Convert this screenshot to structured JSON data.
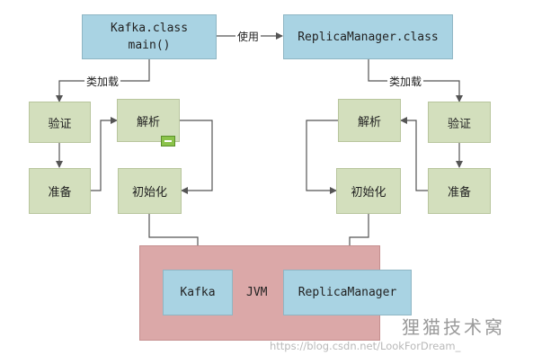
{
  "nodes": {
    "kafka_class": [
      "Kafka.class",
      "main()"
    ],
    "replica_class": "ReplicaManager.class",
    "left_verify": "验证",
    "left_prepare": "准备",
    "left_parse": "解析",
    "left_init": "初始化",
    "right_parse": "解析",
    "right_verify": "验证",
    "right_init": "初始化",
    "right_prepare": "准备",
    "jvm_kafka": "Kafka",
    "jvm_label": "JVM",
    "jvm_replica": "ReplicaManager"
  },
  "edges": {
    "use_label": "使用",
    "load_left_label": "类加载",
    "load_right_label": "类加载"
  },
  "watermark": {
    "brand": "狸猫技术窝",
    "url": "https://blog.csdn.net/LookForDream_"
  },
  "colors": {
    "class_box": "#a9d3e3",
    "phase_box": "#d3dfbd",
    "jvm_box": "#dba8a8",
    "line": "#555555"
  }
}
